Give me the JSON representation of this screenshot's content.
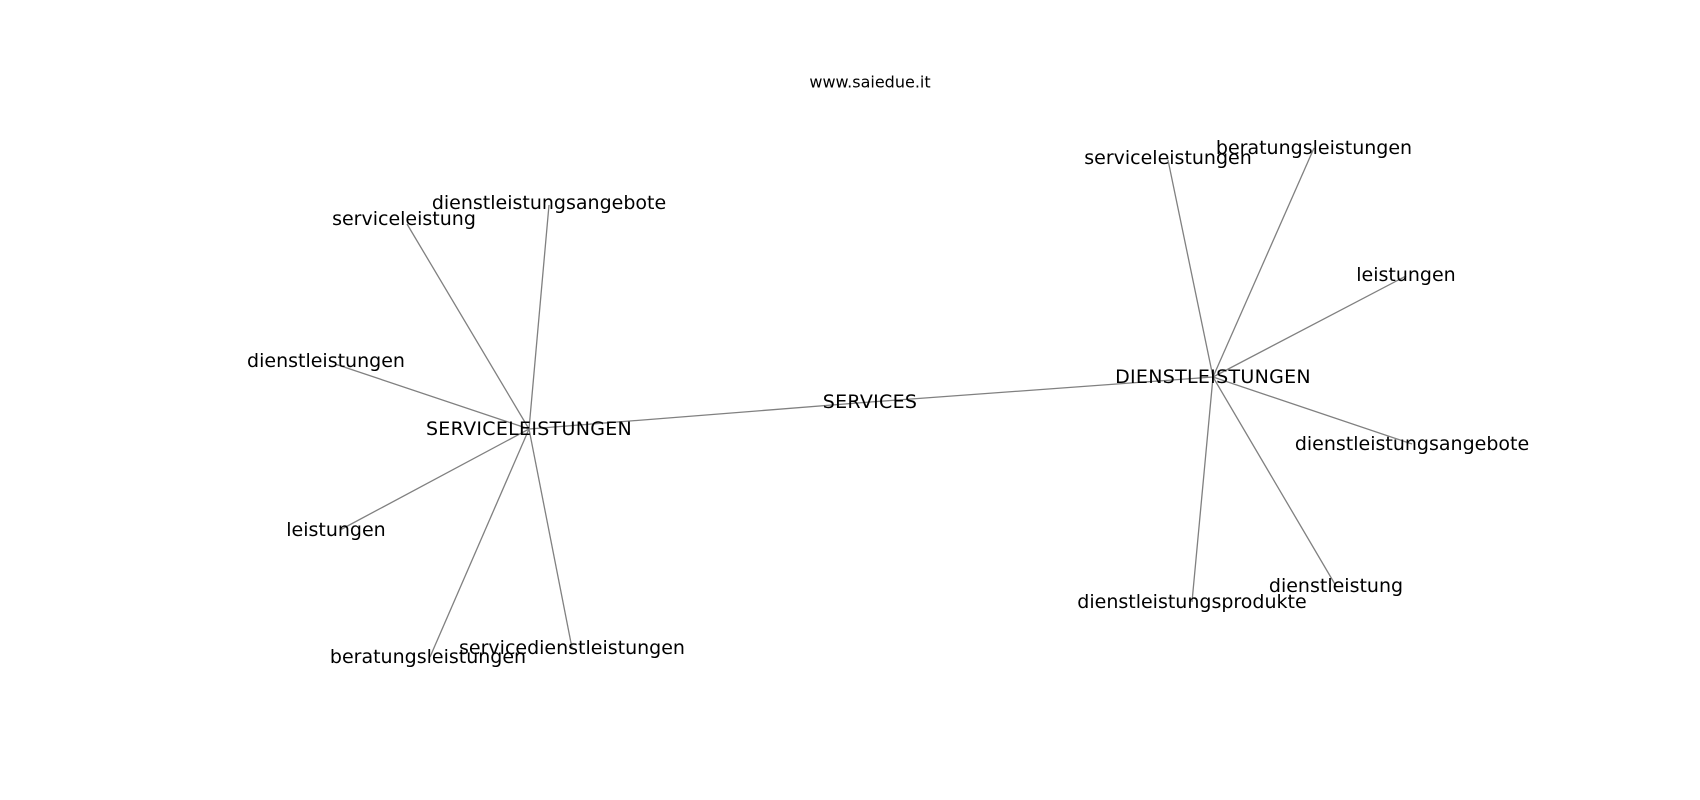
{
  "title": "www.saiedue.it",
  "graph": {
    "center": {
      "id": "center",
      "label": "SERVICES"
    },
    "hubs": [
      {
        "id": "left",
        "label": "SERVICELEISTUNGEN",
        "leaves": [
          "dienstleistungsangebote",
          "serviceleistung",
          "dienstleistungen",
          "leistungen",
          "beratungsleistungen",
          "servicedienstleistungen"
        ]
      },
      {
        "id": "right",
        "label": "DIENSTLEISTUNGEN",
        "leaves": [
          "serviceleistungen",
          "beratungsleistungen",
          "leistungen",
          "dienstleistungsangebote",
          "dienstleistung",
          "dienstleistungsprodukte"
        ]
      }
    ]
  }
}
